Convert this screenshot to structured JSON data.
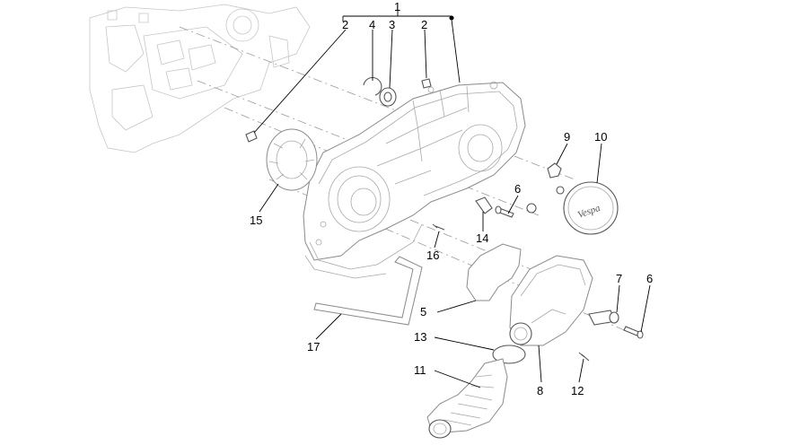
{
  "callouts": [
    {
      "id": "1",
      "text": "1"
    },
    {
      "id": "2a",
      "text": "2"
    },
    {
      "id": "4",
      "text": "4"
    },
    {
      "id": "3",
      "text": "3"
    },
    {
      "id": "2b",
      "text": "2"
    },
    {
      "id": "9",
      "text": "9"
    },
    {
      "id": "10",
      "text": "10"
    },
    {
      "id": "6a",
      "text": "6"
    },
    {
      "id": "15",
      "text": "15"
    },
    {
      "id": "14",
      "text": "14"
    },
    {
      "id": "16",
      "text": "16"
    },
    {
      "id": "5",
      "text": "5"
    },
    {
      "id": "7",
      "text": "7"
    },
    {
      "id": "6b",
      "text": "6"
    },
    {
      "id": "17",
      "text": "17"
    },
    {
      "id": "13",
      "text": "13"
    },
    {
      "id": "11",
      "text": "11"
    },
    {
      "id": "8",
      "text": "8"
    },
    {
      "id": "12",
      "text": "12"
    }
  ],
  "cover_emblem_text": "Vespa"
}
